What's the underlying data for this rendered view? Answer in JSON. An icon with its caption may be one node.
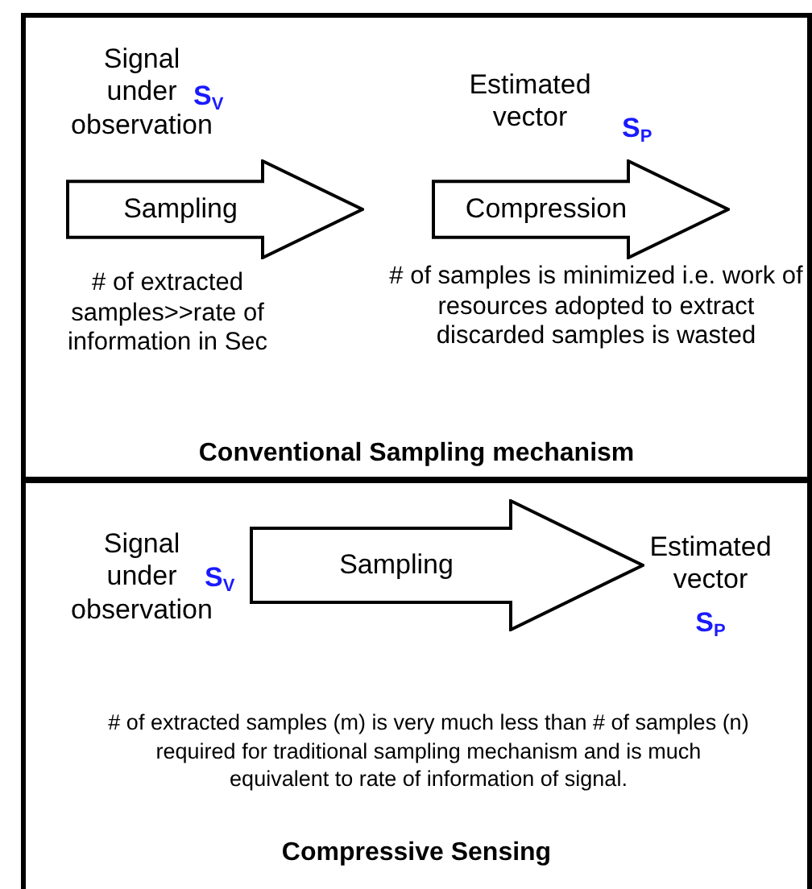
{
  "diagram": {
    "nodes": [
      {
        "text": [
          "Conventional Sampling mechanism"
        ]
      },
      {
        "text": [
          "Signal under observation",
          "S$_{V}$"
        ],
        "in": 0
      },
      {
        "text": [
          "Sampling"
        ],
        "in": 0,
        "beside": [
          "# of extracted samples>>rate of information in Sec"
        ]
      },
      {
        "text": [
          "Estimated vector",
          "S$_{P}$"
        ],
        "in": 0
      },
      {
        "text": [
          "Compression"
        ],
        "in": 0,
        "beside": [
          "# of samples is minimized i.e. work of resources adopted to extract discarded samples is wasted"
        ]
      },
      {
        "text": [
          "Compressive Sensing"
        ]
      },
      {
        "text": [
          "Signal under observation",
          "S$_{V}$"
        ],
        "in": 5
      },
      {
        "text": [
          "Sampling"
        ],
        "in": 5
      },
      {
        "text": [
          "Estimated vector",
          "S$_{P}$"
        ],
        "in": 5
      }
    ],
    "labels": [
      "# of extracted samples (m) is very much less than # of samples (n) required for traditional sampling mechanism and is much equivalent to rate of information of signal."
    ]
  }
}
